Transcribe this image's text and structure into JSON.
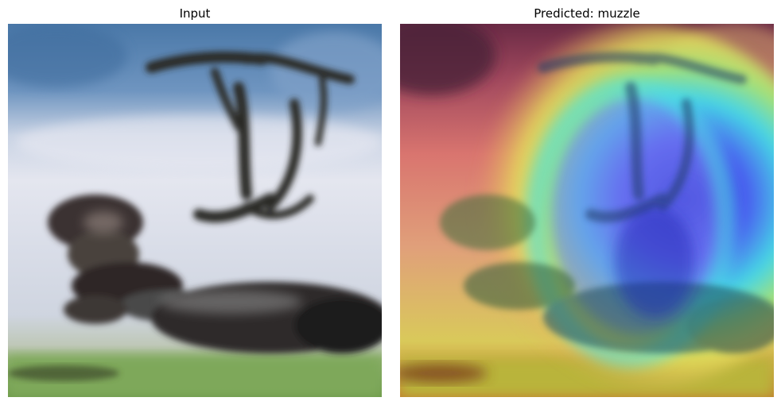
{
  "figure": {
    "left_panel": {
      "title": "Input",
      "image_subject": "reindeer-photo"
    },
    "right_panel": {
      "title": "Predicted: muzzle",
      "image_subject": "reindeer-photo-with-attention-heatmap",
      "heatmap_colormap": "jet"
    }
  }
}
